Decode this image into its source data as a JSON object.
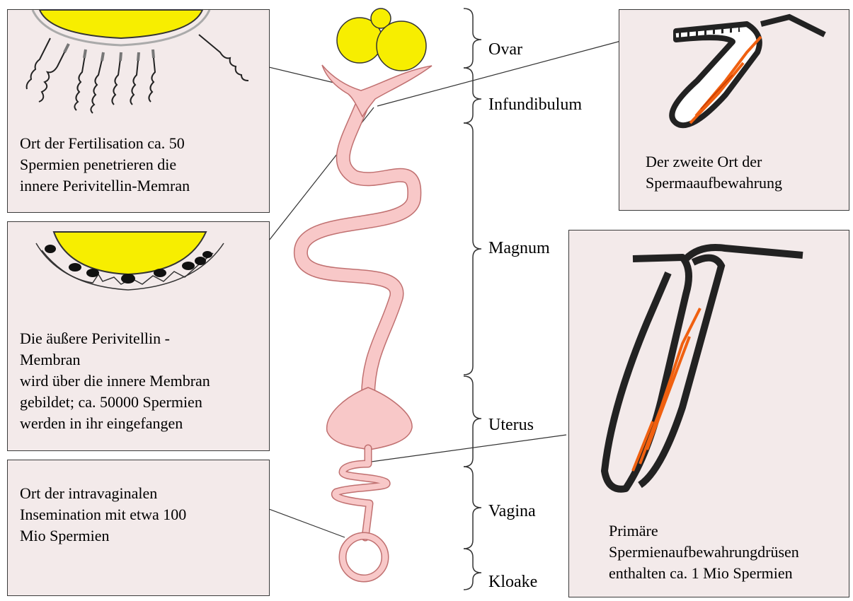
{
  "regions": {
    "ovar": "Ovar",
    "infundibulum": "Infundibulum",
    "magnum": "Magnum",
    "uterus": "Uterus",
    "vagina": "Vagina",
    "kloake": "Kloake"
  },
  "boxes": {
    "fertilisation": [
      "Ort der Fertilisation ca. 50",
      "Spermien penetrieren die",
      "innere Perivitellin-Memran"
    ],
    "perivitellin": [
      "Die äußere Perivitellin -",
      "Membran",
      "wird über die innere Membran",
      "gebildet; ca. 50000 Spermien",
      "werden in ihr eingefangen"
    ],
    "insemination": [
      "Ort der intravaginalen",
      "Insemination mit etwa 100",
      "Mio Spermien"
    ],
    "second_storage": [
      "Der zweite Ort der",
      "Spermaaufbewahrung"
    ],
    "primary_storage": [
      "Primäre",
      "Spermienaufbewahrungdrüsen",
      "enthalten ca. 1 Mio Spermien"
    ]
  },
  "colors": {
    "oviduct_fill": "#f8c8c8",
    "oviduct_stroke": "#c07070",
    "yolk": "#f7ee00",
    "box_bg": "#f3eaea",
    "sperm": "#f06010"
  }
}
